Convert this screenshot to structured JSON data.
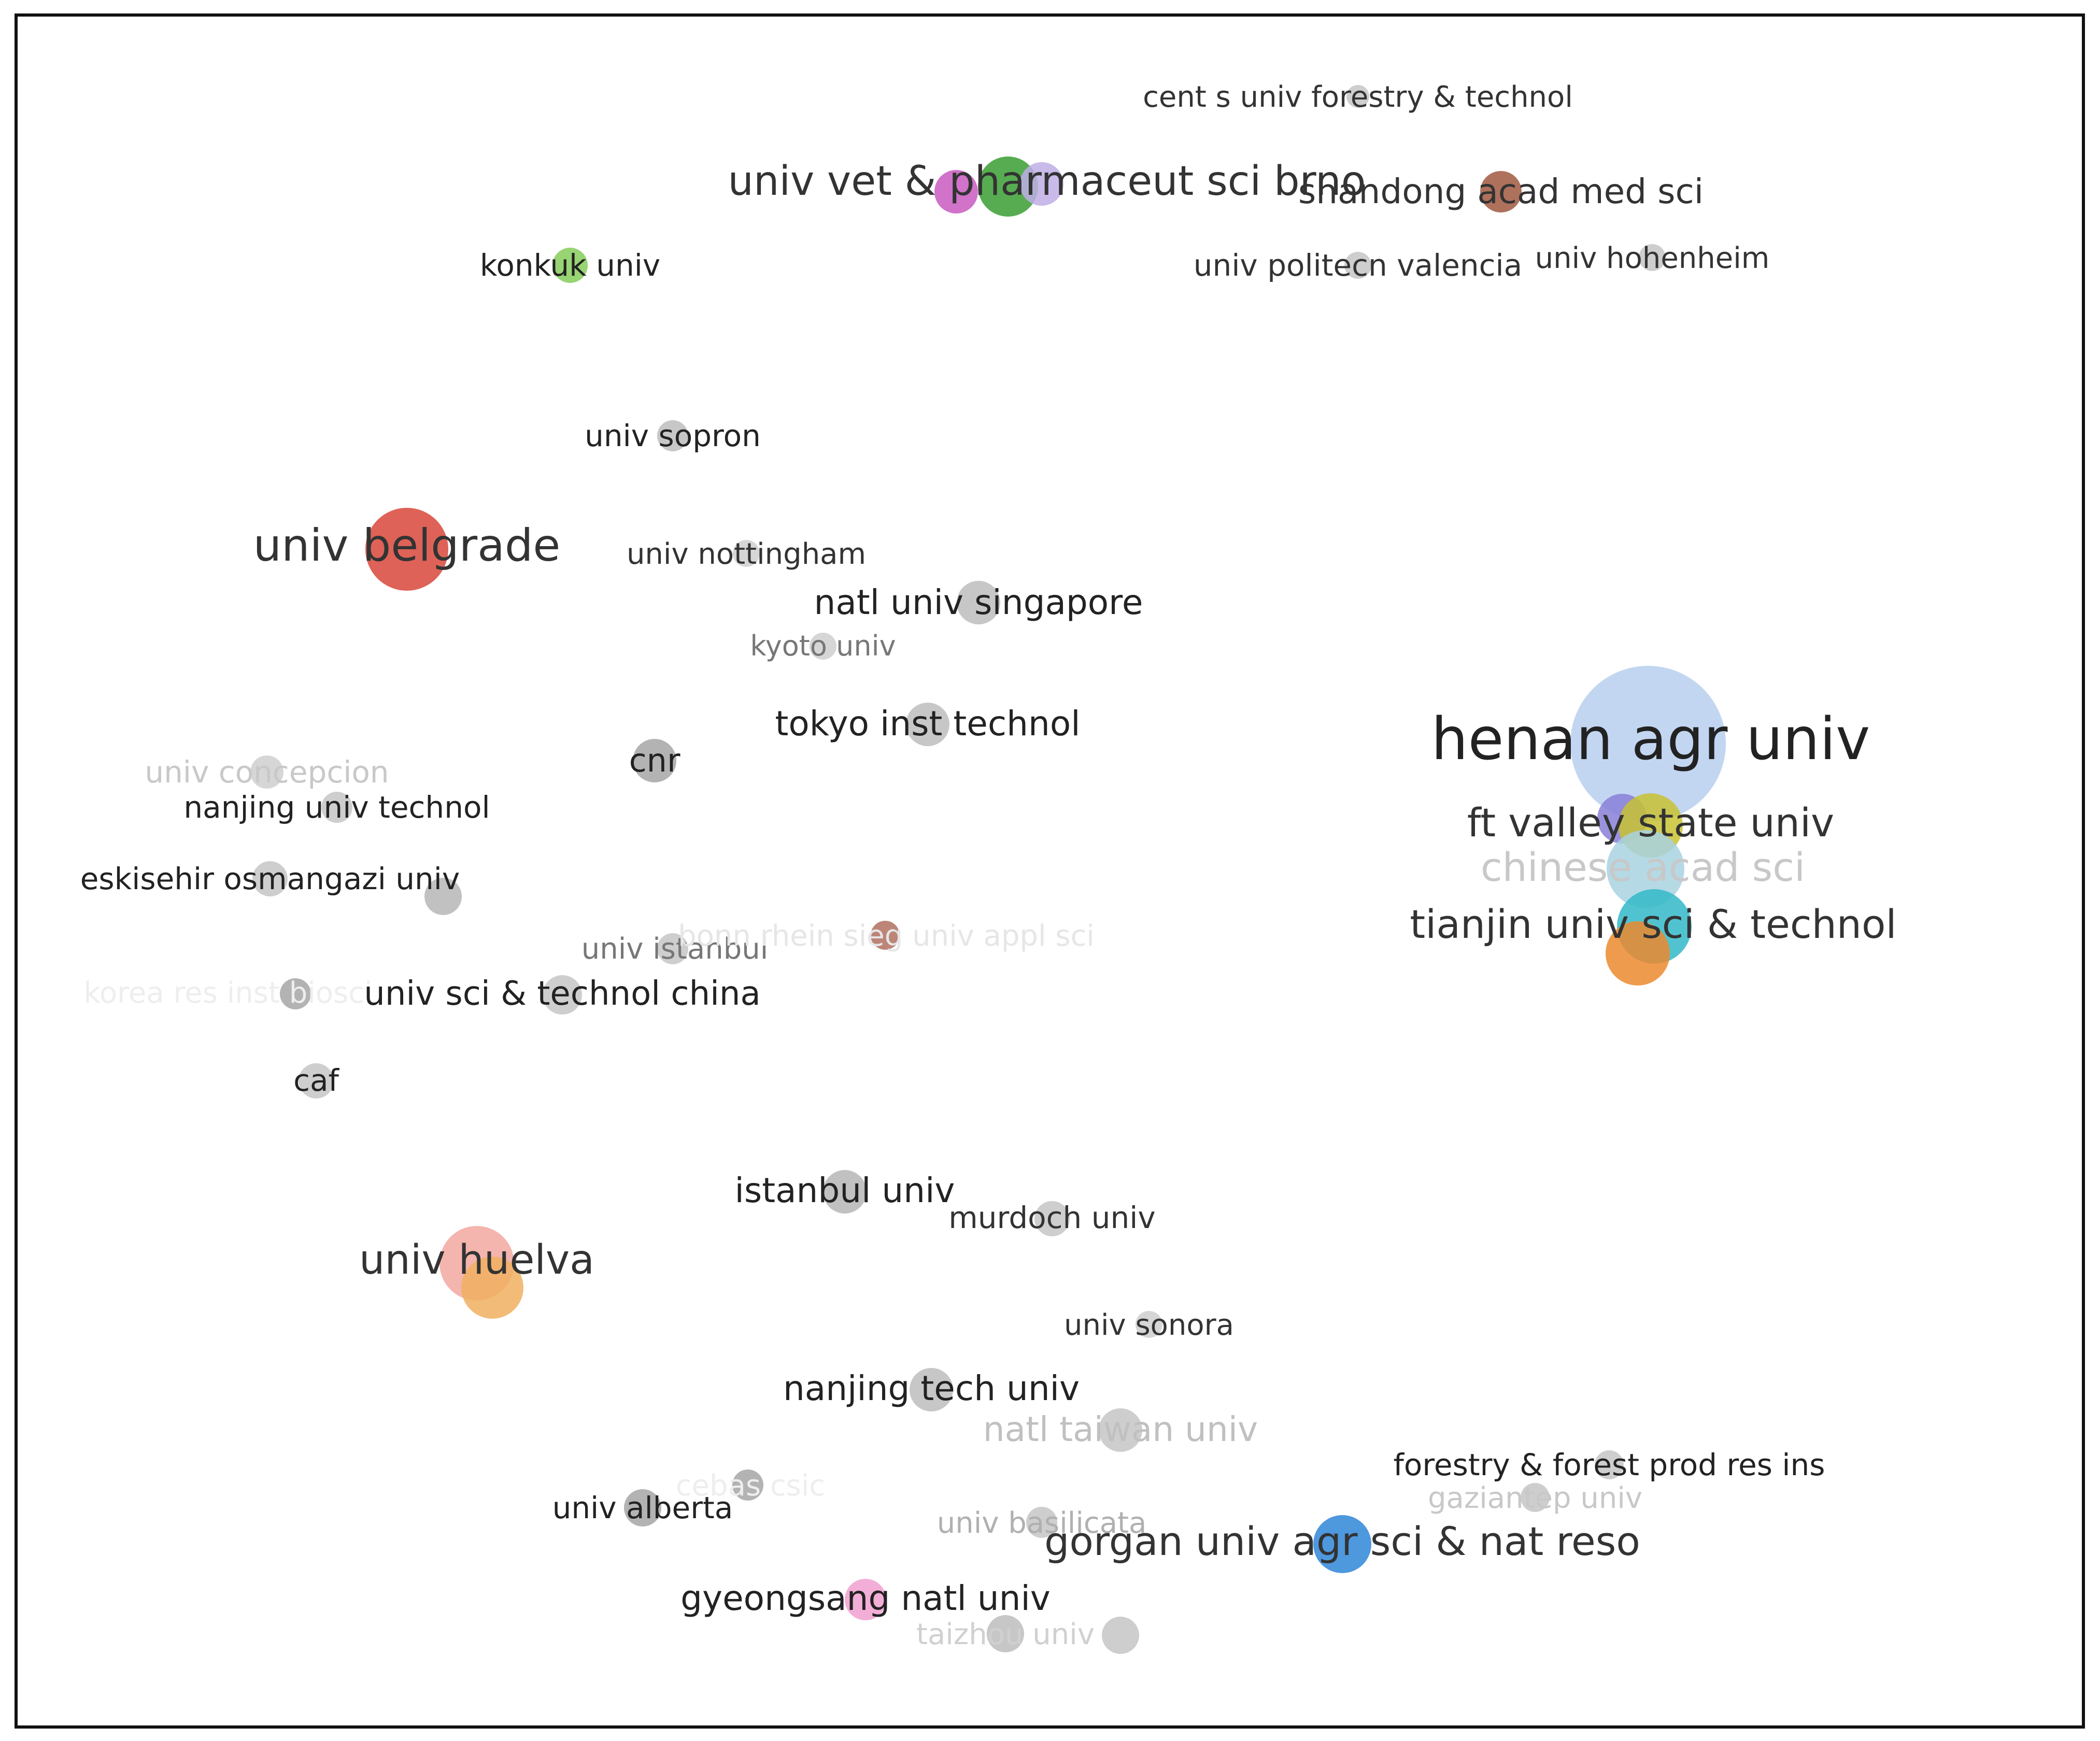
{
  "network": {
    "nodes": [
      {
        "id": "cent-s-univ-forestry",
        "label": "cent s univ forestry & technol",
        "color": "#c6c6c6",
        "text_color": "#333333"
      },
      {
        "id": "univ-vet-pharmaceut-brno",
        "label": "univ vet & pharmaceut sci brno",
        "color": "#3a9e33",
        "text_color": "#333333"
      },
      {
        "id": "pink-node",
        "label": "",
        "color": "#c85ac0",
        "text_color": "#333333"
      },
      {
        "id": "lavender-node",
        "label": "",
        "color": "#c0aee6",
        "text_color": "#333333"
      },
      {
        "id": "shandong-acad-med-sci",
        "label": "shandong acad med sci",
        "color": "#a0583f",
        "text_color": "#333333"
      },
      {
        "id": "konkuk-univ",
        "label": "konkuk univ",
        "color": "#86cc5a",
        "text_color": "#222222"
      },
      {
        "id": "univ-politecn-valencia",
        "label": "univ politecn valencia",
        "color": "#c6c6c6",
        "text_color": "#333333"
      },
      {
        "id": "univ-hohenheim",
        "label": "univ hohenheim",
        "color": "#c6c6c6",
        "text_color": "#333333"
      },
      {
        "id": "univ-sopron",
        "label": "univ sopron",
        "color": "#bdbdbd",
        "text_color": "#222222"
      },
      {
        "id": "univ-belgrade",
        "label": "univ belgrade",
        "color": "#d8473a",
        "text_color": "#333333"
      },
      {
        "id": "univ-nottingham",
        "label": "univ nottingham",
        "color": "#cfcfcf",
        "text_color": "#333333"
      },
      {
        "id": "natl-univ-singapore",
        "label": "natl univ singapore",
        "color": "#bdbdbd",
        "text_color": "#222222"
      },
      {
        "id": "kyoto-univ",
        "label": "kyoto univ",
        "color": "#cfcfcf",
        "text_color": "#777777"
      },
      {
        "id": "tokyo-inst-technol",
        "label": "tokyo inst technol",
        "color": "#bdbdbd",
        "text_color": "#222222"
      },
      {
        "id": "cnr",
        "label": "cnr",
        "color": "#a6a6a6",
        "text_color": "#222222"
      },
      {
        "id": "univ-concepcion",
        "label": "univ concepcion",
        "color": "#cfcfcf",
        "text_color": "#c8c8c8"
      },
      {
        "id": "nanjing-univ-technol",
        "label": "nanjing univ technol",
        "color": "#c6c6c6",
        "text_color": "#222222"
      },
      {
        "id": "eskisehir-osmangazi-univ",
        "label": "eskisehir osmangazi univ",
        "color": "#c6c6c6",
        "text_color": "#222222"
      },
      {
        "id": "grey-node-eskisehir",
        "label": "",
        "color": "#b6b6b6",
        "text_color": "#333333"
      },
      {
        "id": "henan-agr-univ",
        "label": "henan agr univ",
        "color": "#b7cfee",
        "text_color": "#222222"
      },
      {
        "id": "purple-node-ft",
        "label": "",
        "color": "#8a7fd8",
        "text_color": "#333333"
      },
      {
        "id": "ft-valley-state-univ",
        "label": "ft valley state univ",
        "color": "#c8c232",
        "text_color": "#333333"
      },
      {
        "id": "chinese-acad-sci",
        "label": "chinese acad sci",
        "color": "#a8d2e0",
        "text_color": "#c8c8c8"
      },
      {
        "id": "tianjin-univ-sci-technol",
        "label": "tianjin univ sci & technol",
        "color": "#33b8c8",
        "text_color": "#333333"
      },
      {
        "id": "orange-node-tianjin",
        "label": "",
        "color": "#ec8a2e",
        "text_color": "#333333"
      },
      {
        "id": "univ-istanbul",
        "label": "univ istanbul",
        "color": "#c6c6c6",
        "text_color": "#777777"
      },
      {
        "id": "bonn-rhein-sieg",
        "label": "bonn rhein sieg univ appl sci",
        "color": "#b07060",
        "text_color": "#e6e6e6"
      },
      {
        "id": "korea-res-inst",
        "label": "korea res inst biosci",
        "color": "#a6a6a6",
        "text_color": "#eeeeee"
      },
      {
        "id": "univ-sci-technol-china",
        "label": "univ sci & technol china",
        "color": "#c6c6c6",
        "text_color": "#222222"
      },
      {
        "id": "caf",
        "label": "caf",
        "color": "#c6c6c6",
        "text_color": "#222222"
      },
      {
        "id": "istanbul-univ",
        "label": "istanbul univ",
        "color": "#b6b6b6",
        "text_color": "#222222"
      },
      {
        "id": "murdoch-univ",
        "label": "murdoch univ",
        "color": "#c6c6c6",
        "text_color": "#333333"
      },
      {
        "id": "univ-huelva",
        "label": "univ huelva",
        "color": "#f2a8a0",
        "text_color": "#333333"
      },
      {
        "id": "orange-node-huelva",
        "label": "",
        "color": "#f0b060",
        "text_color": "#333333"
      },
      {
        "id": "univ-sonora",
        "label": "univ sonora",
        "color": "#cfcfcf",
        "text_color": "#333333"
      },
      {
        "id": "nanjing-tech-univ",
        "label": "nanjing tech univ",
        "color": "#bdbdbd",
        "text_color": "#222222"
      },
      {
        "id": "natl-taiwan-univ",
        "label": "natl taiwan univ",
        "color": "#c6c6c6",
        "text_color": "#c0c0c0"
      },
      {
        "id": "forestry-forest-prod",
        "label": "forestry & forest prod res ins",
        "color": "#c6c6c6",
        "text_color": "#222222"
      },
      {
        "id": "gaziantep-univ",
        "label": "gaziantep univ",
        "color": "#c6c6c6",
        "text_color": "#c8c8c8"
      },
      {
        "id": "ceba-csic",
        "label": "cebas csic",
        "color": "#a6a6a6",
        "text_color": "#eeeeee"
      },
      {
        "id": "univ-alberta",
        "label": "univ alberta",
        "color": "#a6a6a6",
        "text_color": "#222222"
      },
      {
        "id": "univ-basilicata",
        "label": "univ basilicata",
        "color": "#c6c6c6",
        "text_color": "#b0b0b0"
      },
      {
        "id": "gorgan-univ-agr",
        "label": "gorgan univ agr sci & nat reso",
        "color": "#2f86d8",
        "text_color": "#333333"
      },
      {
        "id": "gyeongsang-natl-univ",
        "label": "gyeongsang natl univ",
        "color": "#f0a0d0",
        "text_color": "#222222"
      },
      {
        "id": "taizhou-univ",
        "label": "taizhou univ",
        "color": "#bdbdbd",
        "text_color": "#d0d0d0"
      },
      {
        "id": "grey-node-taizhou",
        "label": "",
        "color": "#c6c6c6",
        "text_color": "#333333"
      }
    ]
  }
}
